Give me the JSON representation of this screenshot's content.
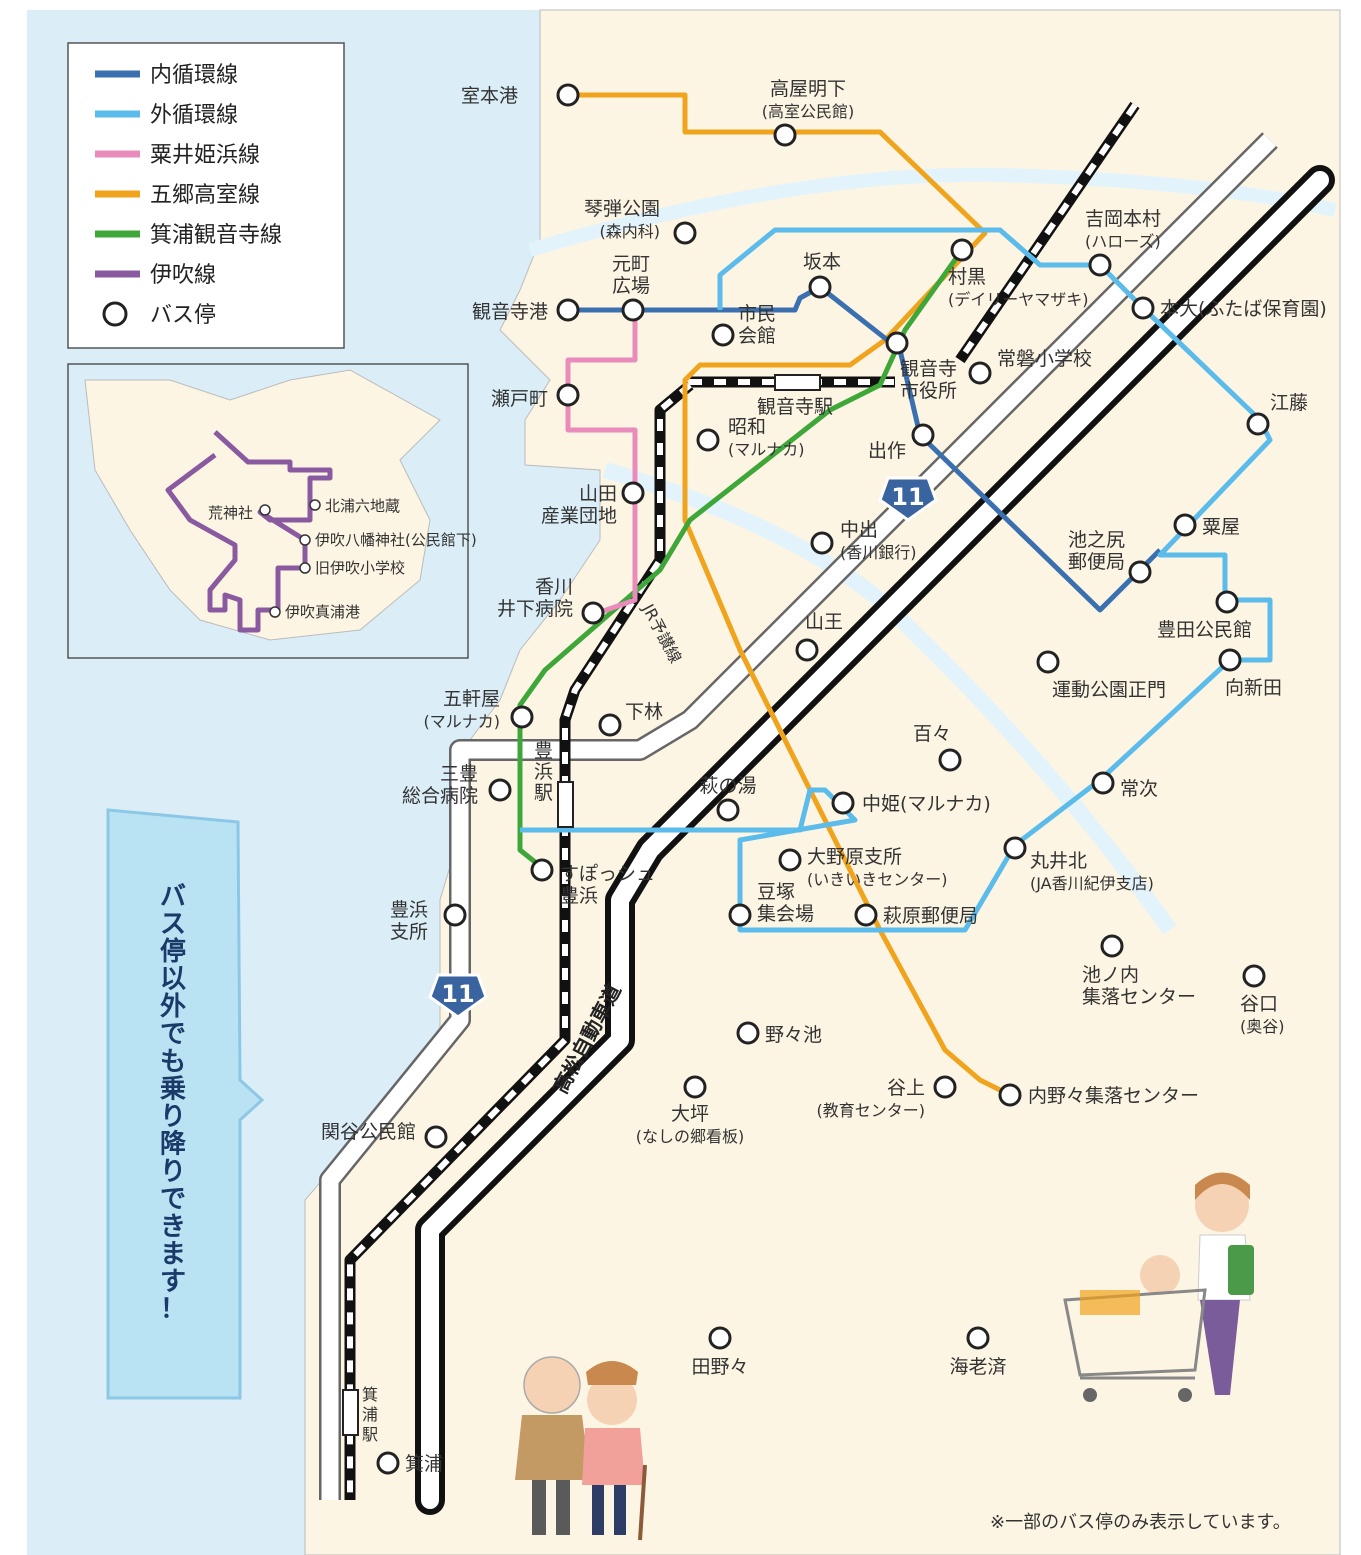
{
  "legend": {
    "items": [
      {
        "label": "内循環線",
        "color": "#3a6fb0"
      },
      {
        "label": "外循環線",
        "color": "#5bbbea"
      },
      {
        "label": "粟井姫浜線",
        "color": "#e98cbc"
      },
      {
        "label": "五郷高室線",
        "color": "#f0a31c"
      },
      {
        "label": "箕浦観音寺線",
        "color": "#3fa63a"
      },
      {
        "label": "伊吹線",
        "color": "#8a5aa0"
      }
    ],
    "stop_label": "バス停"
  },
  "inset": {
    "stops": [
      "荒神社",
      "北浦六地蔵",
      "伊吹八幡神社(公民館下)",
      "旧伊吹小学校",
      "伊吹真浦港"
    ]
  },
  "stations": {
    "kanonji": "観音寺駅",
    "toyohama": [
      "豊",
      "浜",
      "駅"
    ],
    "minoura": [
      "箕",
      "浦",
      "駅"
    ]
  },
  "railway_label": "JR予讃線",
  "expressway_label": "高松自動車道",
  "route_number": "11",
  "callout": "バス停以外でも乗り降りできます！",
  "footnote": "※一部のバス停のみ表示しています。",
  "stops": [
    {
      "label": [
        "室本港"
      ]
    },
    {
      "label": [
        "高屋明下",
        "(高室公民館)"
      ]
    },
    {
      "label": [
        "琴弾公園",
        "(森内科)"
      ]
    },
    {
      "label": [
        "元町",
        "広場"
      ]
    },
    {
      "label": [
        "観音寺港"
      ]
    },
    {
      "label": [
        "市民",
        "会館"
      ]
    },
    {
      "label": [
        "坂本"
      ]
    },
    {
      "label": [
        "村黒",
        "(デイリーヤマザキ)"
      ]
    },
    {
      "label": [
        "吉岡本村",
        "(ハローズ)"
      ]
    },
    {
      "label": [
        "本大(ふたば保育園)"
      ]
    },
    {
      "label": [
        "観音寺",
        "市役所"
      ]
    },
    {
      "label": [
        "常磐小学校"
      ]
    },
    {
      "label": [
        "瀬戸町"
      ]
    },
    {
      "label": [
        "昭和",
        "(マルナカ)"
      ]
    },
    {
      "label": [
        "出作"
      ]
    },
    {
      "label": [
        "江藤"
      ]
    },
    {
      "label": [
        "山田",
        "産業団地"
      ]
    },
    {
      "label": [
        "中出",
        "(香川銀行)"
      ]
    },
    {
      "label": [
        "粟屋"
      ]
    },
    {
      "label": [
        "池之尻",
        "郵便局"
      ]
    },
    {
      "label": [
        "香川",
        "井下病院"
      ]
    },
    {
      "label": [
        "豊田公民館"
      ]
    },
    {
      "label": [
        "山王"
      ]
    },
    {
      "label": [
        "向新田"
      ]
    },
    {
      "label": [
        "運動公園正門"
      ]
    },
    {
      "label": [
        "五軒屋",
        "(マルナカ)"
      ]
    },
    {
      "label": [
        "下林"
      ]
    },
    {
      "label": [
        "百々"
      ]
    },
    {
      "label": [
        "三豊",
        "総合病院"
      ]
    },
    {
      "label": [
        "萩の湯"
      ]
    },
    {
      "label": [
        "中姫(マルナカ)"
      ]
    },
    {
      "label": [
        "常次"
      ]
    },
    {
      "label": [
        "大野原支所",
        "(いきいきセンター)"
      ]
    },
    {
      "label": [
        "丸井北",
        "(JA香川紀伊支店)"
      ]
    },
    {
      "label": [
        "すぽっシュ",
        "豊浜"
      ]
    },
    {
      "label": [
        "豊浜",
        "支所"
      ]
    },
    {
      "label": [
        "豆塚",
        "集会場"
      ]
    },
    {
      "label": [
        "萩原郵便局"
      ]
    },
    {
      "label": [
        "池ノ内",
        "集落センター"
      ]
    },
    {
      "label": [
        "谷口",
        "(奥谷)"
      ]
    },
    {
      "label": [
        "野々池"
      ]
    },
    {
      "label": [
        "大坪",
        "(なしの郷看板)"
      ]
    },
    {
      "label": [
        "谷上",
        "(教育センター)"
      ]
    },
    {
      "label": [
        "内野々集落センター"
      ]
    },
    {
      "label": [
        "関谷公民館"
      ]
    },
    {
      "label": [
        "田野々"
      ]
    },
    {
      "label": [
        "海老済"
      ]
    },
    {
      "label": [
        "箕浦"
      ]
    }
  ]
}
